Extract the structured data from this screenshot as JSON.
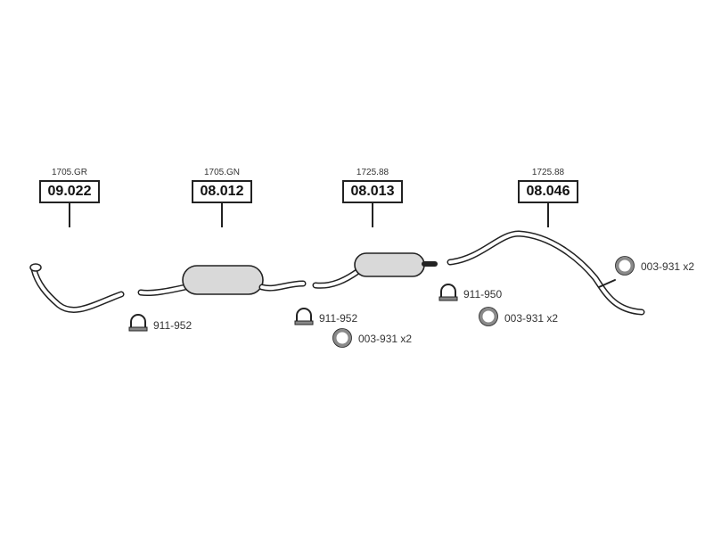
{
  "parts": [
    {
      "sub_label": "1705.GR",
      "number": "09.022"
    },
    {
      "sub_label": "1705.GN",
      "number": "08.012"
    },
    {
      "sub_label": "1725.88",
      "number": "08.013"
    },
    {
      "sub_label": "1725.88",
      "number": "08.046"
    }
  ],
  "fittings": [
    {
      "code": "911-952",
      "icon": "clamp-icon"
    },
    {
      "code": "911-952",
      "icon": "clamp-icon"
    },
    {
      "code": "003-931 x2",
      "icon": "gasket-ring-icon"
    },
    {
      "code": "911-950",
      "icon": "clamp-icon"
    },
    {
      "code": "003-931 x2",
      "icon": "gasket-ring-icon"
    },
    {
      "code": "003-931 x2",
      "icon": "gasket-ring-icon"
    }
  ],
  "colors": {
    "line": "#222222",
    "muffler_fill": "#d9d9d9",
    "gasket_fill": "#8a8a8a"
  }
}
